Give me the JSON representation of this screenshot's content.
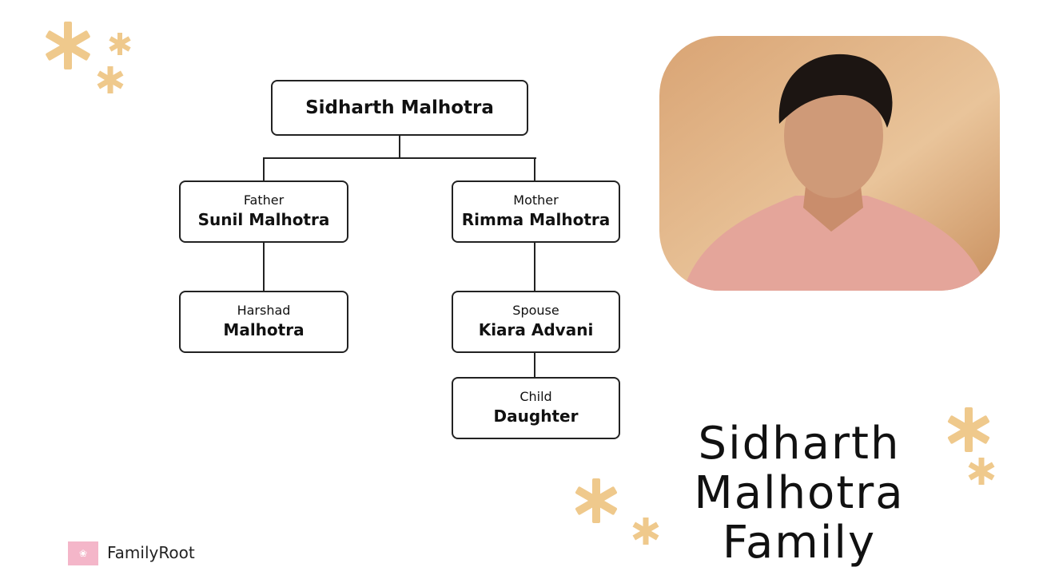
{
  "tree": {
    "root": {
      "name": "Sidharth Malhotra"
    },
    "father": {
      "role": "Father",
      "name": "Sunil Malhotra"
    },
    "mother": {
      "role": "Mother",
      "name": "Rimma Malhotra"
    },
    "sibling": {
      "role": "Harshad",
      "name": "Malhotra"
    },
    "spouse": {
      "role": "Spouse",
      "name": "Kiara Advani"
    },
    "child": {
      "role": "Child",
      "name": "Daughter"
    }
  },
  "title": {
    "line1": "Sidharth",
    "line2": "Malhotra",
    "line3": "Family"
  },
  "brand": {
    "name": "FamilyRoot"
  },
  "colors": {
    "accent": "#efc98c",
    "brand_pink": "#f4b6c9"
  }
}
